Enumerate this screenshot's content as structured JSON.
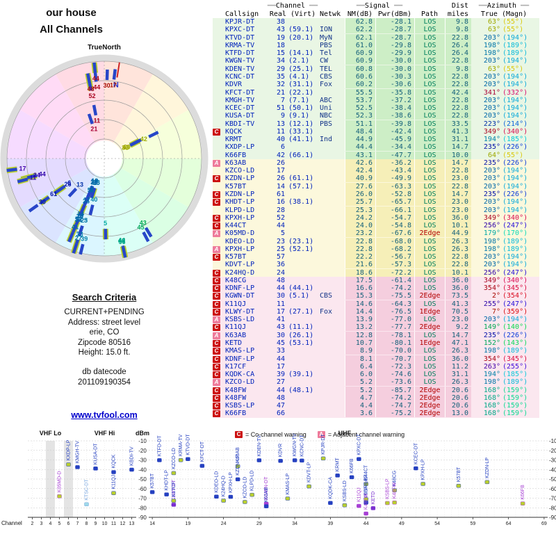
{
  "polar_panel": {
    "title1": "our house",
    "title2": "All Channels",
    "north_ref": "TrueNorth",
    "n_marker": "N"
  },
  "criteria": {
    "heading": "Search Criteria",
    "lines": [
      "CURRENT+PENDING",
      "Address: street level",
      "erie, CO",
      "Zipcode 80516",
      "Height: 15.0 ft."
    ],
    "datecode_label": "db datecode",
    "datecode": "201109190354"
  },
  "footer": {
    "link": "www.tvfool.com"
  },
  "legend": {
    "c_symbol": "C",
    "c_text": "= Co-channel warning",
    "a_symbol": "A",
    "a_text": "= Adjacent channel warning"
  },
  "table_header": {
    "channel": "Channel",
    "signal": "Signal",
    "dist": "Dist",
    "azimuth": "Azimuth",
    "callsign": "Callsign",
    "real_virt": "Real (Virt)",
    "netwk": "Netwk",
    "nm": "NM(dB)",
    "pwr": "Pwr(dBm)",
    "path": "Path",
    "miles": "miles",
    "true_magn": "True (Magn)"
  },
  "chart_data": [
    {
      "type": "table",
      "title": "Station list",
      "columns": [
        "warn",
        "callsign",
        "real_ch",
        "virt_ch",
        "network",
        "nm_db",
        "pwr_dbm",
        "path",
        "dist_miles",
        "az_true_deg",
        "az_magn_deg"
      ],
      "rows": [
        [
          "",
          "KPJR-DT",
          38,
          "",
          "",
          62.8,
          -28.1,
          "LOS",
          9.8,
          63,
          55
        ],
        [
          "",
          "KPXC-DT",
          43,
          "(59.1)",
          "ION",
          62.2,
          -28.7,
          "LOS",
          9.8,
          63,
          55
        ],
        [
          "",
          "KTVD-DT",
          19,
          "(20.1)",
          "MyN",
          62.1,
          -28.7,
          "LOS",
          22.8,
          203,
          194
        ],
        [
          "",
          "KRMA-TV",
          18,
          "",
          "PBS",
          61.0,
          -29.8,
          "LOS",
          26.4,
          198,
          189
        ],
        [
          "",
          "KTFD-DT",
          15,
          "(14.1)",
          "Tel",
          60.9,
          -29.9,
          "LOS",
          26.4,
          198,
          189
        ],
        [
          "",
          "KWGN-TV",
          34,
          "(2.1)",
          "CW",
          60.9,
          -30.0,
          "LOS",
          22.8,
          203,
          194
        ],
        [
          "",
          "KDEN-TV",
          29,
          "(25.1)",
          "TEL",
          60.8,
          -30.0,
          "LOS",
          9.8,
          63,
          55
        ],
        [
          "",
          "KCNC-DT",
          35,
          "(4.1)",
          "CBS",
          60.6,
          -30.3,
          "LOS",
          22.8,
          203,
          194
        ],
        [
          "",
          "KDVR",
          32,
          "(31.1)",
          "Fox",
          60.2,
          -30.6,
          "LOS",
          22.8,
          203,
          194
        ],
        [
          "",
          "KFCT-DT",
          21,
          "(22.1)",
          "",
          55.5,
          -35.8,
          "LOS",
          42.4,
          341,
          332
        ],
        [
          "",
          "KMGH-TV",
          7,
          "(7.1)",
          "ABC",
          53.7,
          -37.2,
          "LOS",
          22.8,
          203,
          194
        ],
        [
          "",
          "KCEC-DT",
          51,
          "(50.1)",
          "Uni",
          52.5,
          -38.4,
          "LOS",
          22.8,
          203,
          194
        ],
        [
          "",
          "KUSA-DT",
          9,
          "(9.1)",
          "NBC",
          52.3,
          -38.6,
          "LOS",
          22.8,
          203,
          194
        ],
        [
          "",
          "KBDI-TV",
          13,
          "(12.1)",
          "PBS",
          51.1,
          -39.8,
          "LOS",
          33.5,
          223,
          214
        ],
        [
          "C",
          "KQCK",
          11,
          "(33.1)",
          "",
          48.4,
          -42.4,
          "LOS",
          41.3,
          349,
          340
        ],
        [
          "",
          "KRMT",
          40,
          "(41.1)",
          "Ind",
          44.9,
          -45.9,
          "LOS",
          31.1,
          194,
          185
        ],
        [
          "",
          "KXDP-LP",
          6,
          "",
          "",
          44.4,
          -34.4,
          "LOS",
          14.7,
          235,
          226
        ],
        [
          "",
          "K66FB",
          42,
          "(66.1)",
          "",
          43.1,
          -47.7,
          "LOS",
          10.0,
          64,
          55
        ],
        [
          "A",
          "K63AB",
          26,
          "",
          "",
          42.6,
          -36.2,
          "LOS",
          14.7,
          235,
          226
        ],
        [
          "",
          "KZCO-LD",
          17,
          "",
          "",
          42.4,
          -43.4,
          "LOS",
          22.8,
          203,
          194
        ],
        [
          "C",
          "KZDN-LP",
          26,
          "(61.1)",
          "",
          40.9,
          -49.9,
          "LOS",
          23.0,
          203,
          194
        ],
        [
          "",
          "K57BT",
          14,
          "(57.1)",
          "",
          27.6,
          -63.3,
          "LOS",
          22.8,
          203,
          194
        ],
        [
          "C",
          "KZDN-LP",
          61,
          "",
          "",
          26.0,
          -52.8,
          "LOS",
          14.7,
          235,
          226
        ],
        [
          "C",
          "KHDT-LP",
          16,
          "(38.1)",
          "",
          25.7,
          -65.7,
          "LOS",
          23.0,
          203,
          194
        ],
        [
          "",
          "KLPD-LD",
          28,
          "",
          "",
          25.3,
          -66.1,
          "LOS",
          23.0,
          203,
          194
        ],
        [
          "C",
          "KPXH-LP",
          52,
          "",
          "",
          24.2,
          -54.7,
          "LOS",
          36.0,
          349,
          340
        ],
        [
          "C",
          "K44CT",
          44,
          "",
          "",
          24.0,
          -54.8,
          "LOS",
          10.1,
          256,
          247
        ],
        [
          "A",
          "K05MD-D",
          5,
          "",
          "",
          23.2,
          -67.6,
          "2Edge",
          44.9,
          179,
          170
        ],
        [
          "",
          "KDEO-LD",
          23,
          "(23.1)",
          "",
          22.8,
          -68.0,
          "LOS",
          26.3,
          198,
          189
        ],
        [
          "A",
          "KPXH-LP",
          25,
          "(52.1)",
          "",
          22.8,
          -68.2,
          "LOS",
          26.3,
          198,
          189
        ],
        [
          "C",
          "K57BT",
          57,
          "",
          "",
          22.2,
          -56.7,
          "LOS",
          22.8,
          203,
          194
        ],
        [
          "",
          "KDVT-LP",
          36,
          "",
          "",
          21.6,
          -57.3,
          "LOS",
          22.8,
          203,
          194
        ],
        [
          "C",
          "K24HQ-D",
          24,
          "",
          "",
          18.6,
          -72.2,
          "LOS",
          10.1,
          256,
          247
        ],
        [
          "C",
          "K48CG",
          48,
          "",
          "",
          17.5,
          -61.4,
          "LOS",
          36.0,
          349,
          340
        ],
        [
          "C",
          "KDNF-LP",
          44,
          "(44.1)",
          "",
          16.6,
          -74.2,
          "LOS",
          36.0,
          354,
          345
        ],
        [
          "C",
          "KGWN-DT",
          30,
          "(5.1)",
          "CBS",
          15.3,
          -75.5,
          "2Edge",
          73.5,
          2,
          354
        ],
        [
          "C",
          "K11QJ",
          11,
          "",
          "",
          14.6,
          -64.3,
          "LOS",
          41.3,
          255,
          247
        ],
        [
          "C",
          "KLWY-DT",
          17,
          "(27.1)",
          "Fox",
          14.4,
          -76.5,
          "1Edge",
          70.5,
          7,
          359
        ],
        [
          "A",
          "KSBS-LD",
          41,
          "",
          "",
          13.9,
          -77.0,
          "LOS",
          23.0,
          203,
          194
        ],
        [
          "C",
          "K11QJ",
          43,
          "(11.1)",
          "",
          13.2,
          -77.7,
          "2Edge",
          9.2,
          149,
          140
        ],
        [
          "A",
          "K63AB",
          30,
          "(26.1)",
          "",
          12.8,
          -78.1,
          "LOS",
          14.7,
          235,
          226
        ],
        [
          "C",
          "KETD",
          45,
          "(53.1)",
          "",
          10.7,
          -80.1,
          "1Edge",
          47.1,
          152,
          143
        ],
        [
          "C",
          "KMAS-LP",
          33,
          "",
          "",
          8.9,
          -70.0,
          "LOS",
          26.3,
          198,
          189
        ],
        [
          "C",
          "KDNF-LP",
          44,
          "",
          "",
          8.1,
          -70.7,
          "LOS",
          36.0,
          354,
          345
        ],
        [
          "C",
          "K17CF",
          17,
          "",
          "",
          6.4,
          -72.3,
          "LOS",
          11.2,
          263,
          255
        ],
        [
          "C",
          "KQDK-CA",
          39,
          "(39.1)",
          "",
          6.0,
          -74.6,
          "LOS",
          31.1,
          194,
          185
        ],
        [
          "A",
          "KZCO-LD",
          27,
          "",
          "",
          5.2,
          -73.6,
          "LOS",
          26.3,
          198,
          189
        ],
        [
          "C",
          "K48FW",
          44,
          "(48.1)",
          "",
          5.2,
          -85.7,
          "2Edge",
          20.6,
          168,
          159
        ],
        [
          "C",
          "K48FW",
          48,
          "",
          "",
          4.7,
          -74.2,
          "2Edge",
          20.6,
          168,
          159
        ],
        [
          "C",
          "KSBS-LP",
          47,
          "",
          "",
          4.4,
          -74.7,
          "2Edge",
          20.6,
          168,
          159
        ],
        [
          "C",
          "K66FB",
          66,
          "",
          "",
          3.6,
          -75.2,
          "2Edge",
          13.0,
          168,
          159
        ]
      ]
    },
    {
      "type": "radial-bar",
      "title": "our house — All Channels",
      "orientation": "TrueNorth up",
      "rings": 5,
      "angle_field": "az_true_deg",
      "label_field": "real_ch",
      "strength_field": "nm_db",
      "source": "chart_data[0].rows"
    },
    {
      "type": "scatter-labels",
      "title": "Signal power by RF channel",
      "source": "chart_data[0].rows",
      "x_field": "real_ch",
      "y_field": "pwr_dbm",
      "label_field": "callsign",
      "ylabel": "dBm",
      "xlabel": "Channel",
      "ylim": [
        -90,
        -10
      ],
      "y_ticks": [
        -10,
        -20,
        -30,
        -40,
        -50,
        -60,
        -70,
        -80,
        -90
      ],
      "sections": [
        {
          "label": "VHF Lo",
          "range": [
            2,
            6
          ]
        },
        {
          "label": "VHF Hi",
          "range": [
            7,
            13
          ]
        },
        {
          "label": "UHF",
          "range": [
            14,
            69
          ]
        }
      ],
      "x_ticks_vhf": [
        2,
        3,
        4,
        5,
        6,
        7,
        8,
        9,
        10,
        11,
        12,
        13
      ],
      "x_ticks_uhf": [
        14,
        19,
        24,
        29,
        34,
        39,
        44,
        49,
        54,
        59,
        64,
        69
      ],
      "extra_points": [
        {
          "callsign": "KTSC-DT",
          "ch": 8,
          "dbm": -76,
          "style": "weak"
        }
      ]
    }
  ]
}
